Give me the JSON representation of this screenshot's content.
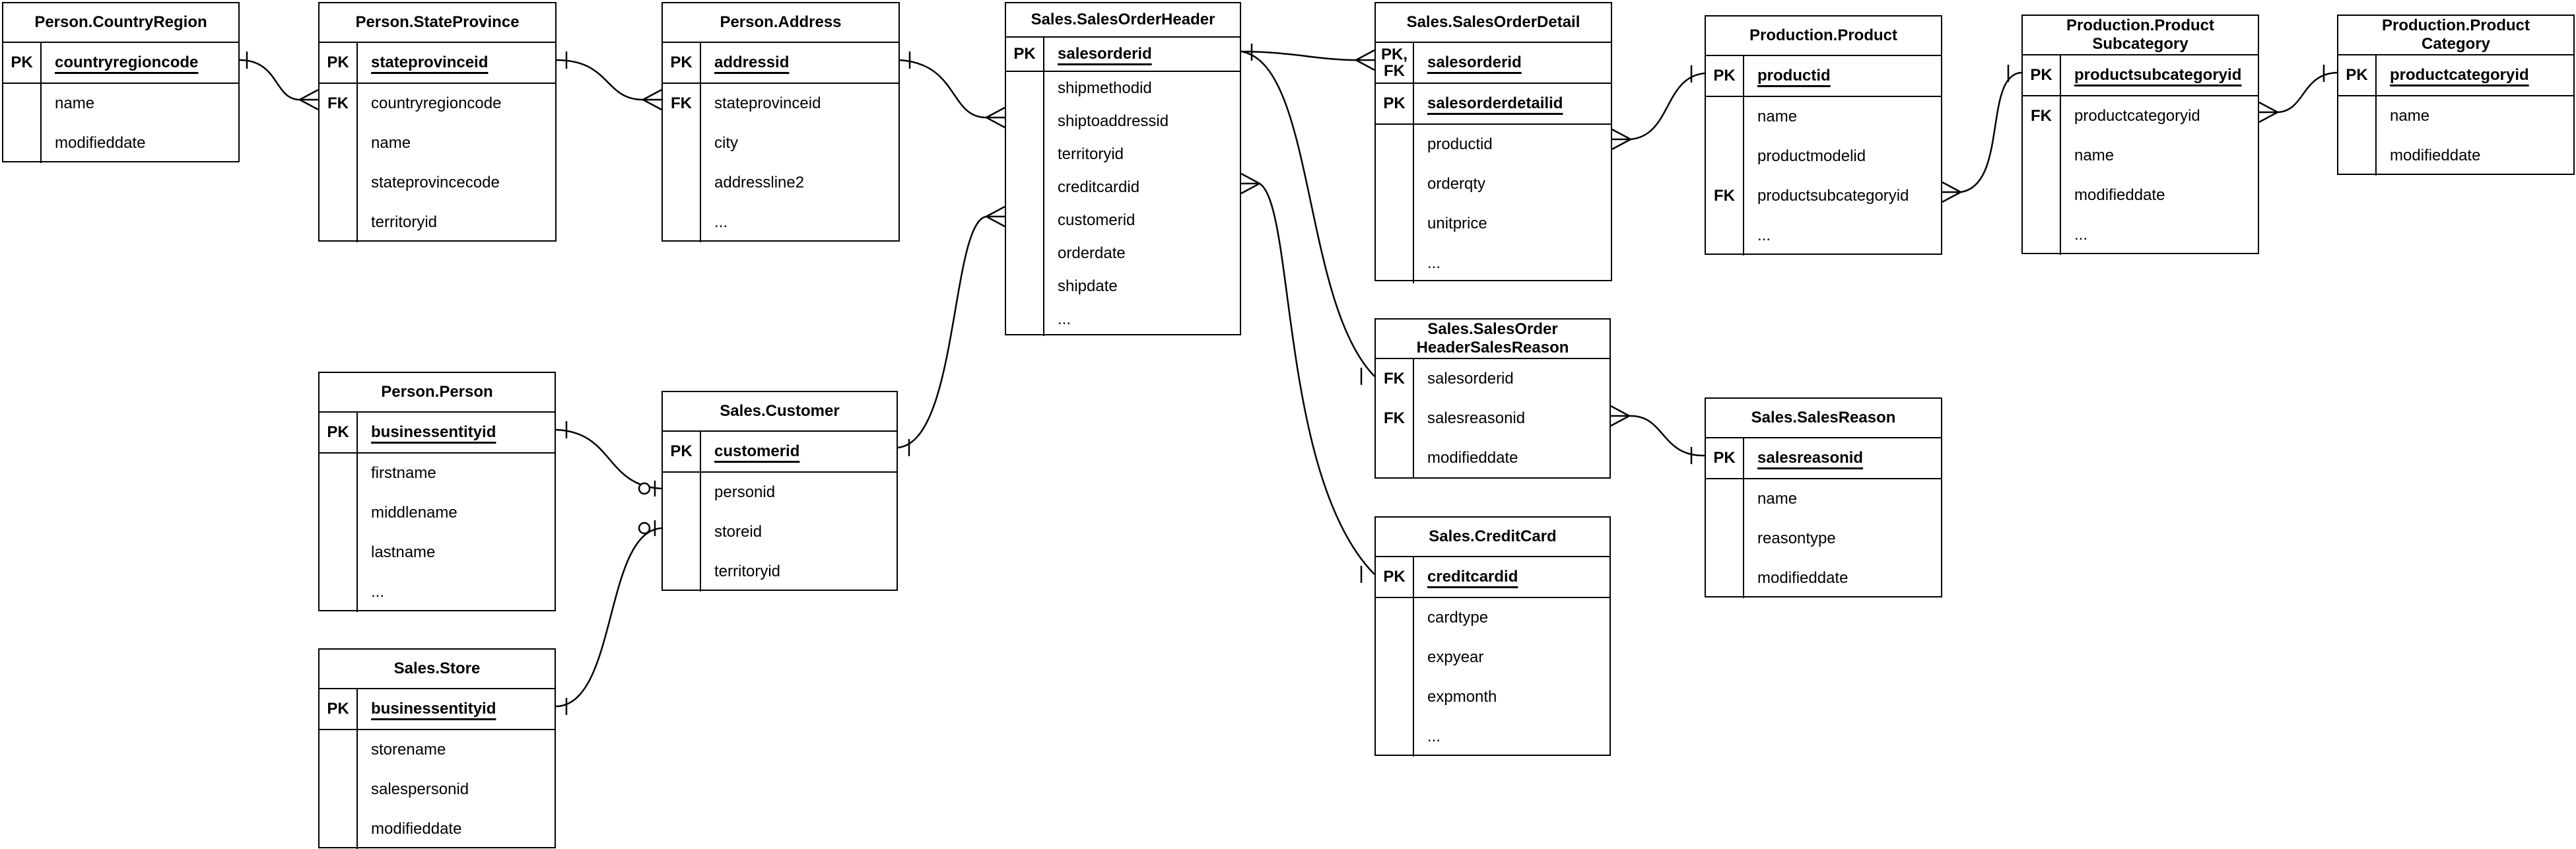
{
  "diagram": {
    "kind": "entity-relationship-diagram",
    "notation": "crow's foot",
    "line_color": "#000000",
    "background_color": "#ffffff",
    "text_color": "#000000"
  },
  "entities": [
    {
      "id": "person_countryregion",
      "title": "Person.CountryRegion",
      "sections": [
        [
          {
            "key": "PK",
            "name": "countryregioncode",
            "strong": true
          }
        ],
        [
          {
            "key": "",
            "name": "name"
          },
          {
            "key": "",
            "name": "modifieddate"
          }
        ]
      ]
    },
    {
      "id": "person_stateprovince",
      "title": "Person.StateProvince",
      "sections": [
        [
          {
            "key": "PK",
            "name": "stateprovinceid",
            "strong": true
          }
        ],
        [
          {
            "key": "FK",
            "name": "countryregioncode"
          },
          {
            "key": "",
            "name": "name"
          },
          {
            "key": "",
            "name": "stateprovincecode"
          },
          {
            "key": "",
            "name": "territoryid"
          }
        ]
      ]
    },
    {
      "id": "person_address",
      "title": "Person.Address",
      "sections": [
        [
          {
            "key": "PK",
            "name": "addressid",
            "strong": true
          }
        ],
        [
          {
            "key": "FK",
            "name": "stateprovinceid"
          },
          {
            "key": "",
            "name": "city"
          },
          {
            "key": "",
            "name": "addressline2"
          },
          {
            "key": "",
            "name": "..."
          }
        ]
      ]
    },
    {
      "id": "sales_salesorderheader",
      "title": "Sales.SalesOrderHeader",
      "sections": [
        [
          {
            "key": "PK",
            "name": "salesorderid",
            "strong": true
          }
        ],
        [
          {
            "key": "",
            "name": "shipmethodid"
          },
          {
            "key": "",
            "name": "shiptoaddressid"
          },
          {
            "key": "",
            "name": "territoryid"
          },
          {
            "key": "",
            "name": "creditcardid"
          },
          {
            "key": "",
            "name": "customerid"
          },
          {
            "key": "",
            "name": "orderdate"
          },
          {
            "key": "",
            "name": "shipdate"
          },
          {
            "key": "",
            "name": "..."
          }
        ]
      ]
    },
    {
      "id": "sales_salesorderdetail",
      "title": "Sales.SalesOrderDetail",
      "sections": [
        [
          {
            "key": "PK,\nFK",
            "name": "salesorderid",
            "strong": true
          }
        ],
        [
          {
            "key": "PK",
            "name": "salesorderdetailid",
            "strong": true
          }
        ],
        [
          {
            "key": "",
            "name": "productid"
          },
          {
            "key": "",
            "name": "orderqty"
          },
          {
            "key": "",
            "name": "unitprice"
          },
          {
            "key": "",
            "name": "..."
          }
        ]
      ]
    },
    {
      "id": "production_product",
      "title": "Production.Product",
      "sections": [
        [
          {
            "key": "PK",
            "name": "productid",
            "strong": true
          }
        ],
        [
          {
            "key": "",
            "name": "name"
          },
          {
            "key": "",
            "name": "productmodelid"
          },
          {
            "key": "FK",
            "name": "productsubcategoryid"
          },
          {
            "key": "",
            "name": "..."
          }
        ]
      ]
    },
    {
      "id": "production_productsubcategory",
      "title": "Production.Product\nSubcategory",
      "sections": [
        [
          {
            "key": "PK",
            "name": "productsubcategoryid",
            "strong": true
          }
        ],
        [
          {
            "key": "FK",
            "name": "productcategoryid"
          },
          {
            "key": "",
            "name": "name"
          },
          {
            "key": "",
            "name": "modifieddate"
          },
          {
            "key": "",
            "name": "..."
          }
        ]
      ]
    },
    {
      "id": "production_productcategory",
      "title": "Production.Product\nCategory",
      "sections": [
        [
          {
            "key": "PK",
            "name": "productcategoryid",
            "strong": true
          }
        ],
        [
          {
            "key": "",
            "name": "name"
          },
          {
            "key": "",
            "name": "modifieddate"
          }
        ]
      ]
    },
    {
      "id": "person_person",
      "title": "Person.Person",
      "sections": [
        [
          {
            "key": "PK",
            "name": "businessentityid",
            "strong": true
          }
        ],
        [
          {
            "key": "",
            "name": "firstname"
          },
          {
            "key": "",
            "name": "middlename"
          },
          {
            "key": "",
            "name": "lastname"
          },
          {
            "key": "",
            "name": "..."
          }
        ]
      ]
    },
    {
      "id": "sales_customer",
      "title": "Sales.Customer",
      "sections": [
        [
          {
            "key": "PK",
            "name": "customerid",
            "strong": true
          }
        ],
        [
          {
            "key": "",
            "name": "personid"
          },
          {
            "key": "",
            "name": "storeid"
          },
          {
            "key": "",
            "name": "territoryid"
          }
        ]
      ]
    },
    {
      "id": "sales_salesorderheadersalesreason",
      "title": "Sales.SalesOrder\nHeaderSalesReason",
      "sections": [
        [
          {
            "key": "FK",
            "name": "salesorderid"
          },
          {
            "key": "FK",
            "name": "salesreasonid"
          },
          {
            "key": "",
            "name": "modifieddate"
          }
        ]
      ]
    },
    {
      "id": "sales_salesreason",
      "title": "Sales.SalesReason",
      "sections": [
        [
          {
            "key": "PK",
            "name": "salesreasonid",
            "strong": true
          }
        ],
        [
          {
            "key": "",
            "name": "name"
          },
          {
            "key": "",
            "name": "reasontype"
          },
          {
            "key": "",
            "name": "modifieddate"
          }
        ]
      ]
    },
    {
      "id": "sales_store",
      "title": "Sales.Store",
      "sections": [
        [
          {
            "key": "PK",
            "name": "businessentityid",
            "strong": true
          }
        ],
        [
          {
            "key": "",
            "name": "storename"
          },
          {
            "key": "",
            "name": "salespersonid"
          },
          {
            "key": "",
            "name": "modifieddate"
          }
        ]
      ]
    },
    {
      "id": "sales_creditcard",
      "title": "Sales.CreditCard",
      "sections": [
        [
          {
            "key": "PK",
            "name": "creditcardid",
            "strong": true
          }
        ],
        [
          {
            "key": "",
            "name": "cardtype"
          },
          {
            "key": "",
            "name": "expyear"
          },
          {
            "key": "",
            "name": "expmonth"
          },
          {
            "key": "",
            "name": "..."
          }
        ]
      ]
    }
  ],
  "relationships": [
    {
      "from": "person_countryregion",
      "from_field": "countryregioncode",
      "from_marker": "one",
      "to": "person_stateprovince",
      "to_field": "countryregioncode",
      "to_marker": "many"
    },
    {
      "from": "person_stateprovince",
      "from_field": "stateprovinceid",
      "from_marker": "one",
      "to": "person_address",
      "to_field": "stateprovinceid",
      "to_marker": "many"
    },
    {
      "from": "person_address",
      "from_field": "addressid",
      "from_marker": "one",
      "to": "sales_salesorderheader",
      "to_field": "shiptoaddressid",
      "to_marker": "many"
    },
    {
      "from": "sales_salesorderheader",
      "from_field": "salesorderid",
      "from_marker": "one",
      "to": "sales_salesorderdetail",
      "to_field": "salesorderid",
      "to_marker": "many"
    },
    {
      "from": "sales_salesorderheader",
      "from_field": "salesorderid",
      "from_marker": "one",
      "to": "sales_salesorderheadersalesreason",
      "to_field": "salesorderid",
      "to_marker": "one"
    },
    {
      "from": "sales_salesorderheader",
      "from_field": "creditcardid",
      "from_marker": "many",
      "to": "sales_creditcard",
      "to_field": "creditcardid",
      "to_marker": "one"
    },
    {
      "from": "sales_customer",
      "from_field": "customerid",
      "from_marker": "one",
      "to": "sales_salesorderheader",
      "to_field": "customerid",
      "to_marker": "many"
    },
    {
      "from": "person_person",
      "from_field": "businessentityid",
      "from_marker": "one",
      "to": "sales_customer",
      "to_field": "personid",
      "to_marker": "zero-or-one"
    },
    {
      "from": "sales_store",
      "from_field": "businessentityid",
      "from_marker": "one",
      "to": "sales_customer",
      "to_field": "storeid",
      "to_marker": "zero-or-one"
    },
    {
      "from": "sales_salesorderdetail",
      "from_field": "productid",
      "from_marker": "many",
      "to": "production_product",
      "to_field": "productid",
      "to_marker": "one"
    },
    {
      "from": "production_product",
      "from_field": "productsubcategoryid",
      "from_marker": "many",
      "to": "production_productsubcategory",
      "to_field": "productsubcategoryid",
      "to_marker": "one"
    },
    {
      "from": "production_productsubcategory",
      "from_field": "productcategoryid",
      "from_marker": "many",
      "to": "production_productcategory",
      "to_field": "productcategoryid",
      "to_marker": "one"
    },
    {
      "from": "sales_salesorderheadersalesreason",
      "from_field": "salesreasonid",
      "from_marker": "many",
      "to": "sales_salesreason",
      "to_field": "salesreasonid",
      "to_marker": "one"
    }
  ]
}
